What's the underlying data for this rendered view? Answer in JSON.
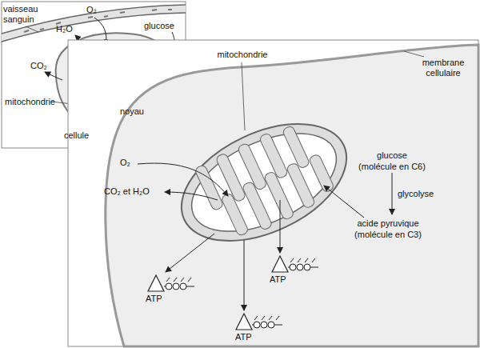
{
  "diagram": {
    "labels": [
      "vaisseau sanguin",
      "O₂",
      "H₂O",
      "glucose",
      "CO₂",
      "mitochondrie",
      "noyau",
      "cellule",
      "mitochondrie",
      "membrane cellulaire",
      "glucose",
      "(molécule en C6)",
      "glycolyse",
      "acide pyruvique",
      "(molécule en C3)",
      "O₂",
      "CO₂ et H₂O",
      "ATP",
      "ATP",
      "ATP"
    ]
  }
}
